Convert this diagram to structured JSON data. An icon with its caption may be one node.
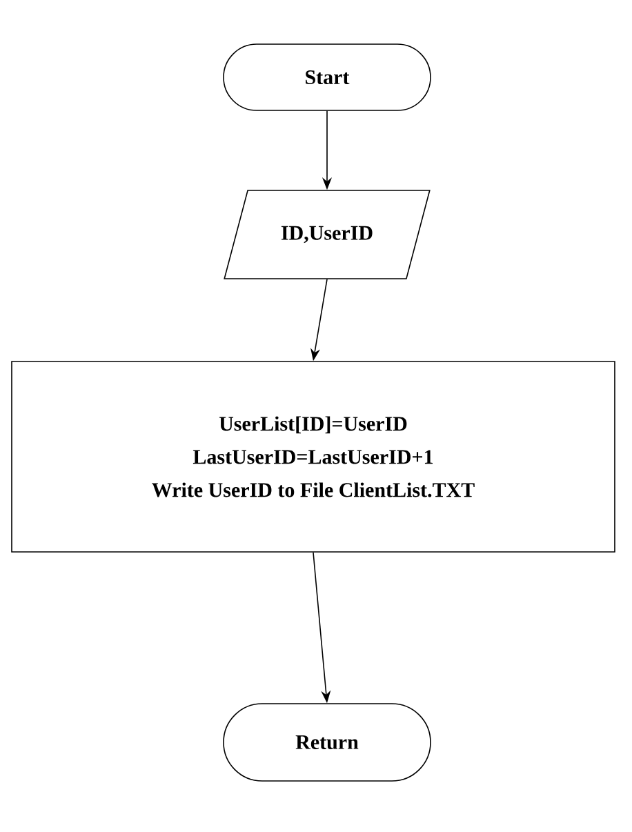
{
  "diagram": {
    "nodes": [
      {
        "text": [
          "Start"
        ]
      },
      {
        "text": [
          "ID,UserID"
        ]
      },
      {
        "text": [
          "UserList[ID]=UserID",
          "LastUserID=LastUserID+1",
          "Write UserID to File ClientList.TXT"
        ]
      },
      {
        "text": [
          "Return"
        ]
      }
    ],
    "edges": [
      {
        "from": 0,
        "to": 1,
        "arrow": "to"
      },
      {
        "from": 1,
        "to": 2,
        "arrow": "to"
      },
      {
        "from": 2,
        "to": 3,
        "arrow": "to"
      }
    ]
  }
}
